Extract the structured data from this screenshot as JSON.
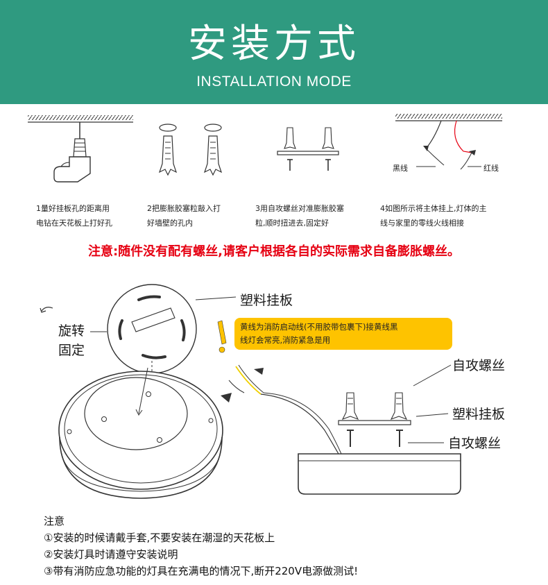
{
  "header": {
    "title": "安装方式",
    "subtitle": "INSTALLATION MODE",
    "background_color": "#2f9a80"
  },
  "steps": [
    {
      "line1": "1量好挂板孔的距离用",
      "line2": "电钻在天花板上打好孔"
    },
    {
      "line1": "2把膨胀胶塞粒敲入打",
      "line2": "好墙壁的孔内"
    },
    {
      "line1": "3用自攻螺丝对准膨胀胶塞",
      "line2": "粒,顺时扭进去,固定好"
    },
    {
      "line1": "4如图所示将主体挂上,灯体的主",
      "line2": "线与家里的零线火线相接"
    }
  ],
  "wires": {
    "black": "黑线",
    "red": "红线"
  },
  "notice": {
    "text": "注意:随件没有配有螺丝,请客户根据各自的实际需求自备膨胀螺丝。",
    "color": "#e60012"
  },
  "diagram": {
    "plastic_plate_top": "塑料挂板",
    "rotate_line1": "旋转",
    "rotate_line2": "固定",
    "callout_line1": "黄线为消防启动线(不用胶带包裹下)接黄线黑",
    "callout_line2": "线灯会常亮,消防紧急是用",
    "callout_color": "#fec300",
    "self_tapping_screw_1": "自攻螺丝",
    "plastic_plate_side": "塑料挂板",
    "self_tapping_screw_2": "自攻螺丝"
  },
  "notes": {
    "title": "注意",
    "items": [
      "①安装的时候请戴手套,不要安装在潮湿的天花板上",
      "②安装灯具时请遵守安装说明",
      "③带有消防应急功能的灯具在充满电的情况下,断开220V电源做测试!"
    ]
  }
}
